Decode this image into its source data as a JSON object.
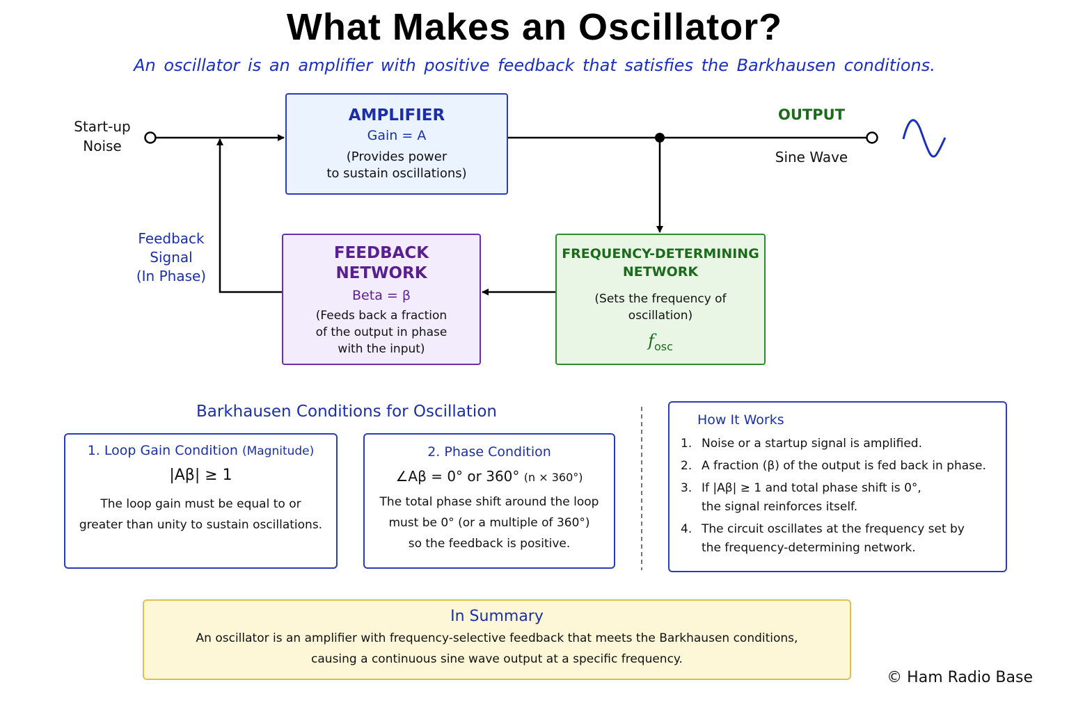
{
  "title": "What Makes an Oscillator?",
  "subtitle": "An oscillator is an amplifier with positive feedback that satisfies the Barkhausen conditions.",
  "diagram": {
    "input_label_line1": "Start-up",
    "input_label_line2": "Noise",
    "output_label": "OUTPUT",
    "output_sublabel": "Sine Wave",
    "feedback_label_line1": "Feedback",
    "feedback_label_line2": "Signal",
    "feedback_label_line3": "(In Phase)",
    "amplifier": {
      "title": "AMPLIFIER",
      "gain": "Gain = A",
      "desc_line1": "(Provides power",
      "desc_line2": "to sustain oscillations)"
    },
    "feedback_network": {
      "title_line1": "FEEDBACK",
      "title_line2": "NETWORK",
      "beta": "Beta = β",
      "desc_line1": "(Feeds back a fraction",
      "desc_line2": "of the output in phase",
      "desc_line3": "with the input)"
    },
    "frequency_network": {
      "title_line1": "FREQUENCY-DETERMINING",
      "title_line2": "NETWORK",
      "desc_line1": "(Sets the frequency of",
      "desc_line2": "oscillation)",
      "symbol_main": "f",
      "symbol_sub": "osc"
    },
    "colors": {
      "amplifier_border": "#2a3bb8",
      "feedback_border": "#6a2fa8",
      "frequency_border": "#2e8a2e",
      "wire": "#000000",
      "sine": "#1a2fc0"
    }
  },
  "barkhausen": {
    "title": "Barkhausen Conditions for Oscillation",
    "condition1": {
      "heading": "1. Loop Gain Condition",
      "heading_suffix": "(Magnitude)",
      "formula": "|Aβ| ≥ 1",
      "desc_line1": "The loop gain must be equal to or",
      "desc_line2": "greater than unity to sustain oscillations."
    },
    "condition2": {
      "heading": "2. Phase Condition",
      "formula": "∠Aβ = 0° or 360°",
      "formula_suffix": "(n × 360°)",
      "desc_line1": "The total phase shift around the loop",
      "desc_line2": "must be 0° (or a multiple of 360°)",
      "desc_line3": "so the feedback is positive."
    }
  },
  "how_it_works": {
    "title": "How It Works",
    "steps": [
      {
        "num": "1.",
        "line1": "Noise or a startup signal is amplified.",
        "line2": ""
      },
      {
        "num": "2.",
        "line1": "A fraction (β) of the output is fed back in phase.",
        "line2": ""
      },
      {
        "num": "3.",
        "line1": "If |Aβ| ≥ 1 and total phase shift is 0°,",
        "line2": "the signal reinforces itself."
      },
      {
        "num": "4.",
        "line1": "The circuit oscillates at the frequency set by",
        "line2": "the frequency-determining network."
      }
    ]
  },
  "summary": {
    "title": "In Summary",
    "line1": "An oscillator is an amplifier with frequency-selective feedback that meets the Barkhausen conditions,",
    "line2": "causing a continuous sine wave output at a specific frequency."
  },
  "copyright": "© Ham Radio Base"
}
